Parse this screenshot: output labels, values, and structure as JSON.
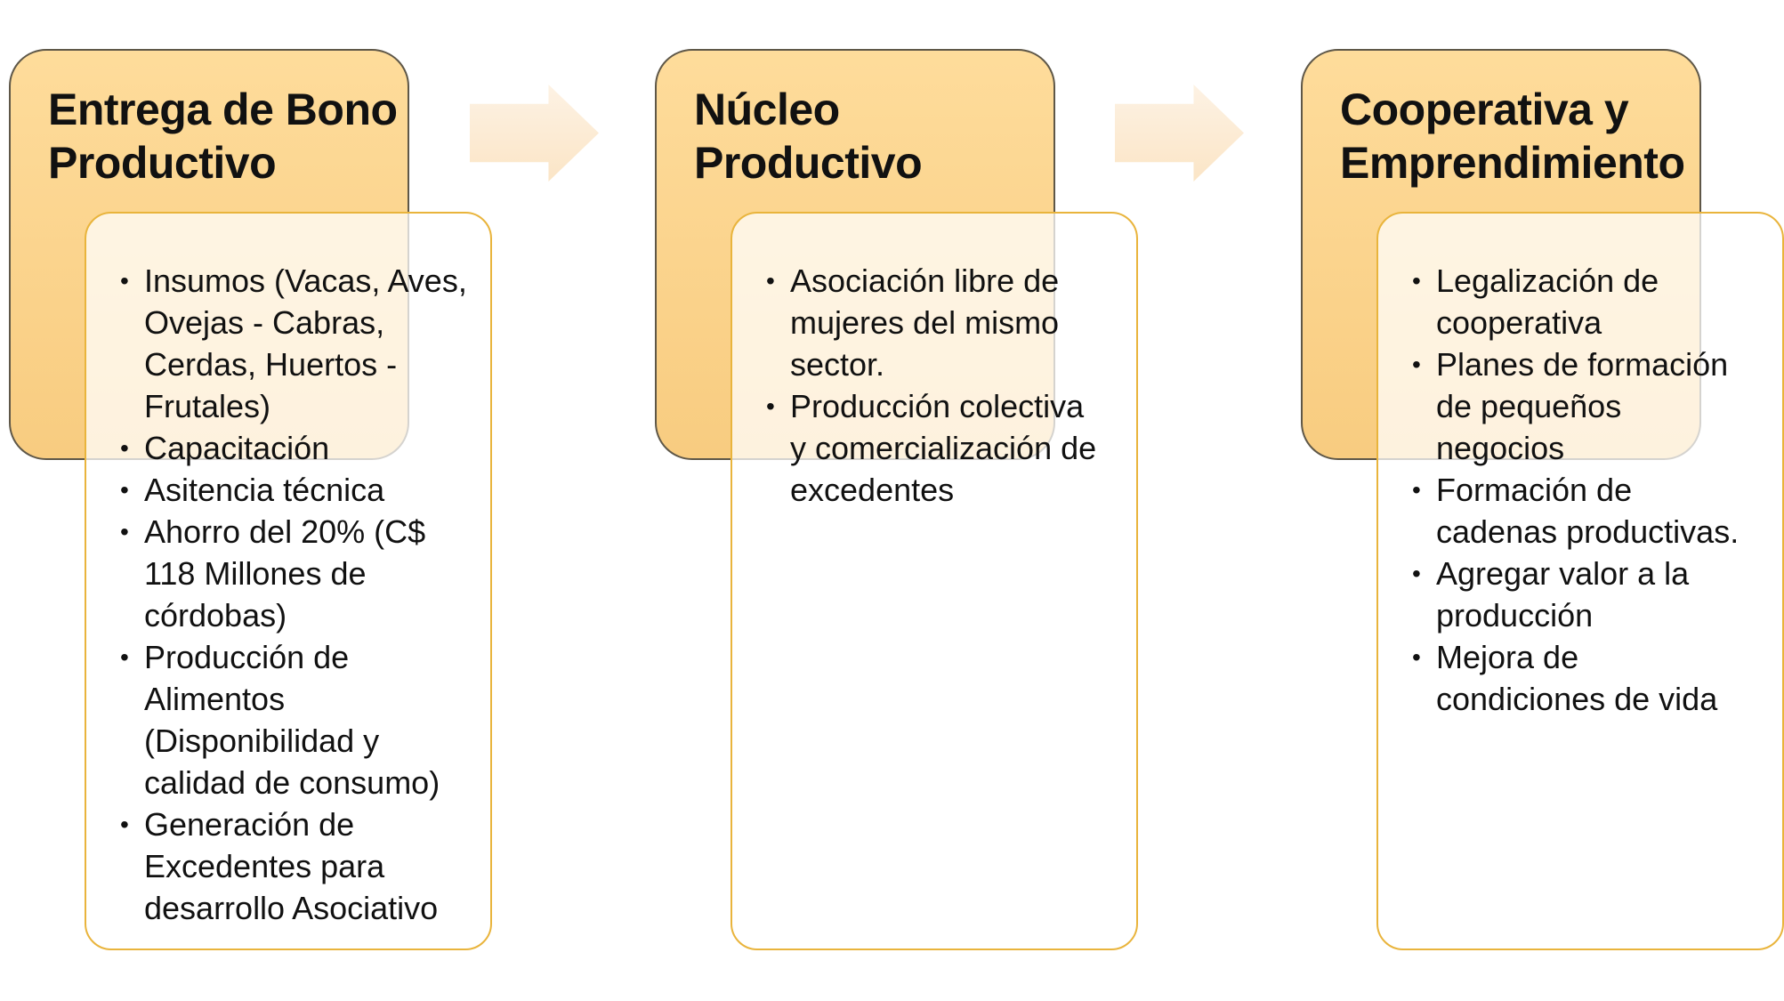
{
  "diagram": {
    "type": "process-flow",
    "columns": [
      {
        "title": "Entrega de Bono\nProductivo",
        "bullets": [
          "Insumos (Vacas, Aves,\nOvejas - Cabras,\nCerdas, Huertos -\nFrutales)",
          "Capacitación",
          "Asitencia técnica",
          "Ahorro del 20% (C$\n118 Millones de\ncórdobas)",
          "Producción de\nAlimentos\n(Disponibilidad y\ncalidad de consumo)",
          "Generación de\nExcedentes para\ndesarrollo Asociativo"
        ]
      },
      {
        "title": "Núcleo\nProductivo",
        "bullets": [
          "Asociación libre de\nmujeres del mismo\nsector.",
          "Producción colectiva\ny comercialización de\nexcedentes"
        ]
      },
      {
        "title": "Cooperativa y\nEmprendimiento",
        "bullets": [
          "Legalización de\ncooperativa",
          "Planes de formación\nde pequeños\nnegocios",
          "Formación de\ncadenas productivas.",
          "Agregar valor a la\nproducción",
          "Mejora de\ncondiciones de vida"
        ]
      }
    ],
    "bullet_glyph": "•",
    "colors": {
      "header_fill_top": "#FEDC9B",
      "header_fill_bottom": "#F8CC80",
      "header_border": "#5E5748",
      "panel_border": "#E9B43C",
      "panel_fill": "rgba(255,255,255,0.74)",
      "arrow_fill_top": "#FDF2E4",
      "arrow_fill_bottom": "#FBE5C6",
      "text": "#111111"
    }
  }
}
